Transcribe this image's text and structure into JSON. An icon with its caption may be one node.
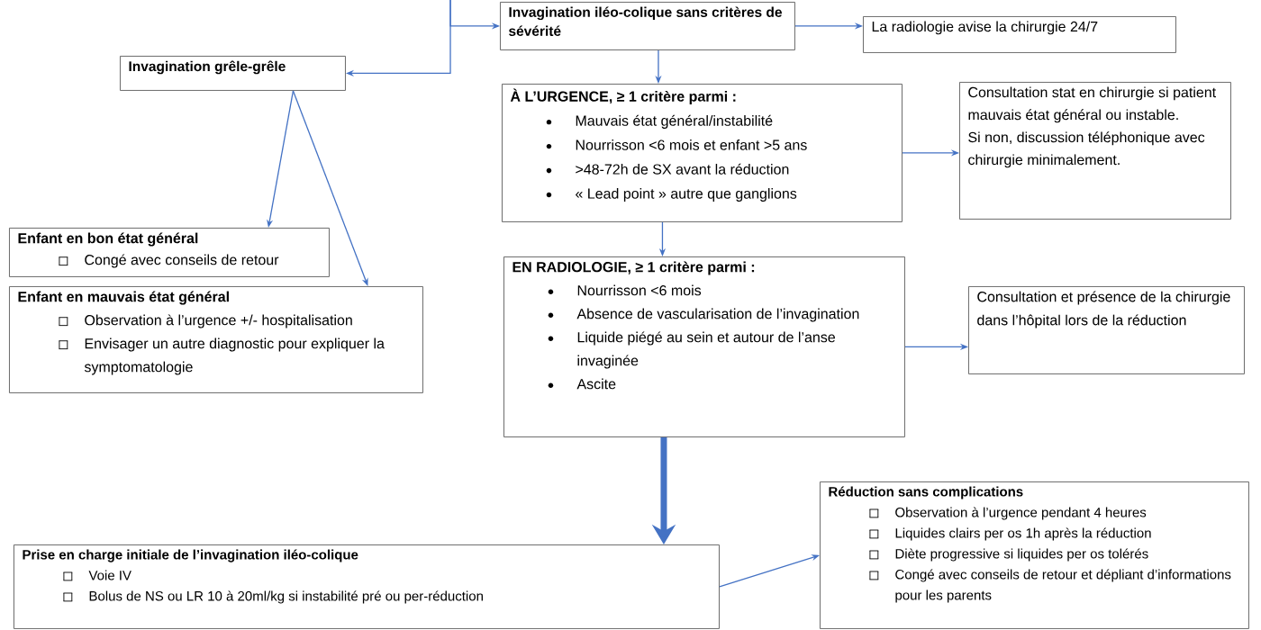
{
  "diagram": {
    "nodes": [
      {
        "text": [
          "Invagination iléo-colique sans critères de sévérité"
        ]
      },
      {
        "text": [
          "La radiologie avise la chirurgie 24/7"
        ]
      },
      {
        "text": [
          "Invagination grêle-grêle"
        ]
      },
      {
        "text": [
          "À L’URGENCE, ≥ 1 critère parmi :",
          "Mauvais état général/instabilité",
          "Nourrisson <6 mois et enfant >5 ans",
          ">48-72h de SX avant la réduction",
          "« Lead point » autre que ganglions"
        ]
      },
      {
        "text": [
          "Consultation stat en chirurgie si patient mauvais état général ou instable.",
          "Si non, discussion téléphonique avec chirurgie minimalement."
        ]
      },
      {
        "text": [
          "Enfant en bon état général",
          "Congé avec conseils de retour"
        ]
      },
      {
        "text": [
          "Enfant en mauvais état général",
          "Observation à l’urgence +/- hospitalisation",
          "Envisager un autre diagnostic pour expliquer la symptomatologie"
        ]
      },
      {
        "text": [
          "EN RADIOLOGIE, ≥ 1 critère parmi :",
          "Nourrisson <6 mois",
          "Absence de vascularisation de l’invagination",
          "Liquide piégé au sein et autour de l’anse invaginée",
          "Ascite"
        ]
      },
      {
        "text": [
          "Consultation et présence de la chirurgie dans l’hôpital lors de la réduction"
        ]
      },
      {
        "text": [
          "Réduction sans complications",
          "Observation à l’urgence pendant 4 heures",
          "Liquides clairs per os 1h après la réduction",
          "Diète progressive si liquides per os tolérés",
          "Congé avec conseils de retour et dépliant d’informations pour les parents"
        ]
      },
      {
        "text": [
          "Prise en charge initiale de l’invagination iléo-colique",
          "Voie IV",
          "Bolus de NS ou LR 10 à 20ml/kg si instabilité pré ou per-réduction"
        ]
      }
    ],
    "edges": [
      {
        "from": null,
        "to": 0,
        "arrow": "to"
      },
      {
        "from": null,
        "to": 2,
        "arrow": "to"
      },
      {
        "from": 0,
        "to": 1,
        "arrow": "to"
      },
      {
        "from": 0,
        "to": 3,
        "arrow": "to"
      },
      {
        "from": 2,
        "to": 5,
        "arrow": "to"
      },
      {
        "from": 2,
        "to": 6,
        "arrow": "to"
      },
      {
        "from": 3,
        "to": 4,
        "arrow": "to"
      },
      {
        "from": 3,
        "to": 7,
        "arrow": "to"
      },
      {
        "from": 7,
        "to": 8,
        "arrow": "to"
      },
      {
        "from": 7,
        "to": 10,
        "arrow": "to",
        "style": "thick"
      },
      {
        "from": 10,
        "to": 9,
        "arrow": "to"
      }
    ]
  }
}
